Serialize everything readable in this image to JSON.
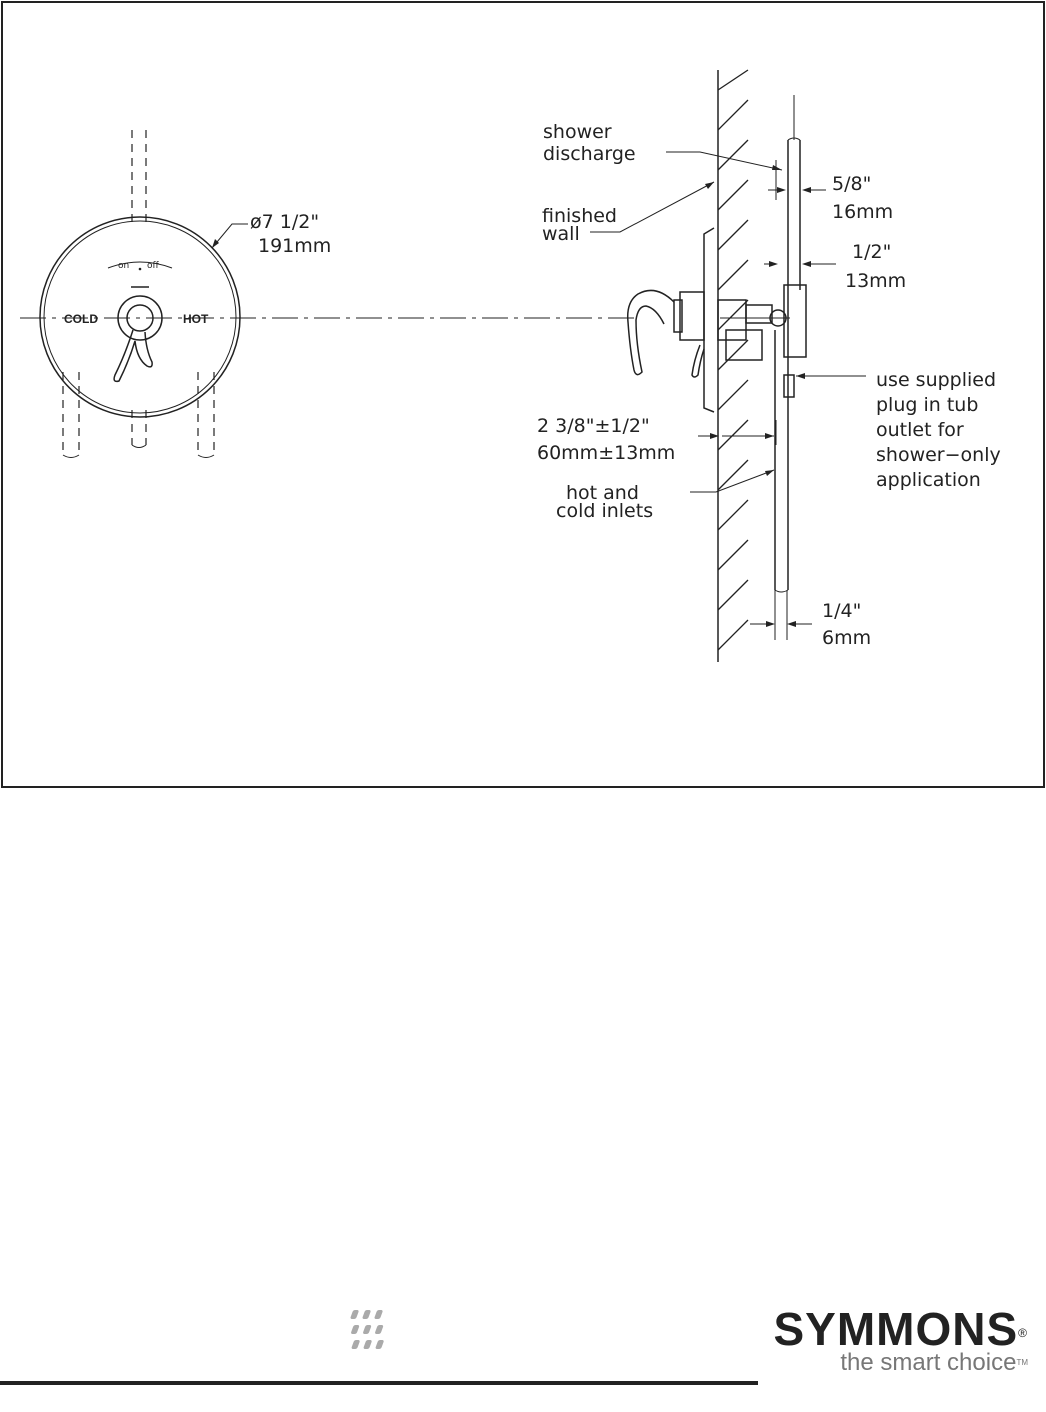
{
  "front_view": {
    "diameter_label": "ø7 1/2\"",
    "diameter_mm": "191mm",
    "on_label": "on",
    "off_label": "off",
    "cold_label": "COLD",
    "hot_label": "HOT"
  },
  "side_view": {
    "shower_discharge_1": "shower",
    "shower_discharge_2": "discharge",
    "finished_wall_1": "finished",
    "finished_wall_2": "wall",
    "dim_58_in": "5/8\"",
    "dim_58_mm": "16mm",
    "dim_12_in": "1/2\"",
    "dim_12_mm": "13mm",
    "plug_note_1": "use supplied",
    "plug_note_2": "plug in tub",
    "plug_note_3": "outlet for",
    "plug_note_4": "shower−only",
    "plug_note_5": "application",
    "dim_238_in": "2 3/8\"±1/2\"",
    "dim_238_mm": "60mm±13mm",
    "inlets_1": "hot and",
    "inlets_2": "cold inlets",
    "dim_14_in": "1/4\"",
    "dim_14_mm": "6mm"
  },
  "footer": {
    "brand": "SYMMONS",
    "brand_mark": "®",
    "tagline": "the smart choice",
    "tagline_mark": "TM"
  }
}
